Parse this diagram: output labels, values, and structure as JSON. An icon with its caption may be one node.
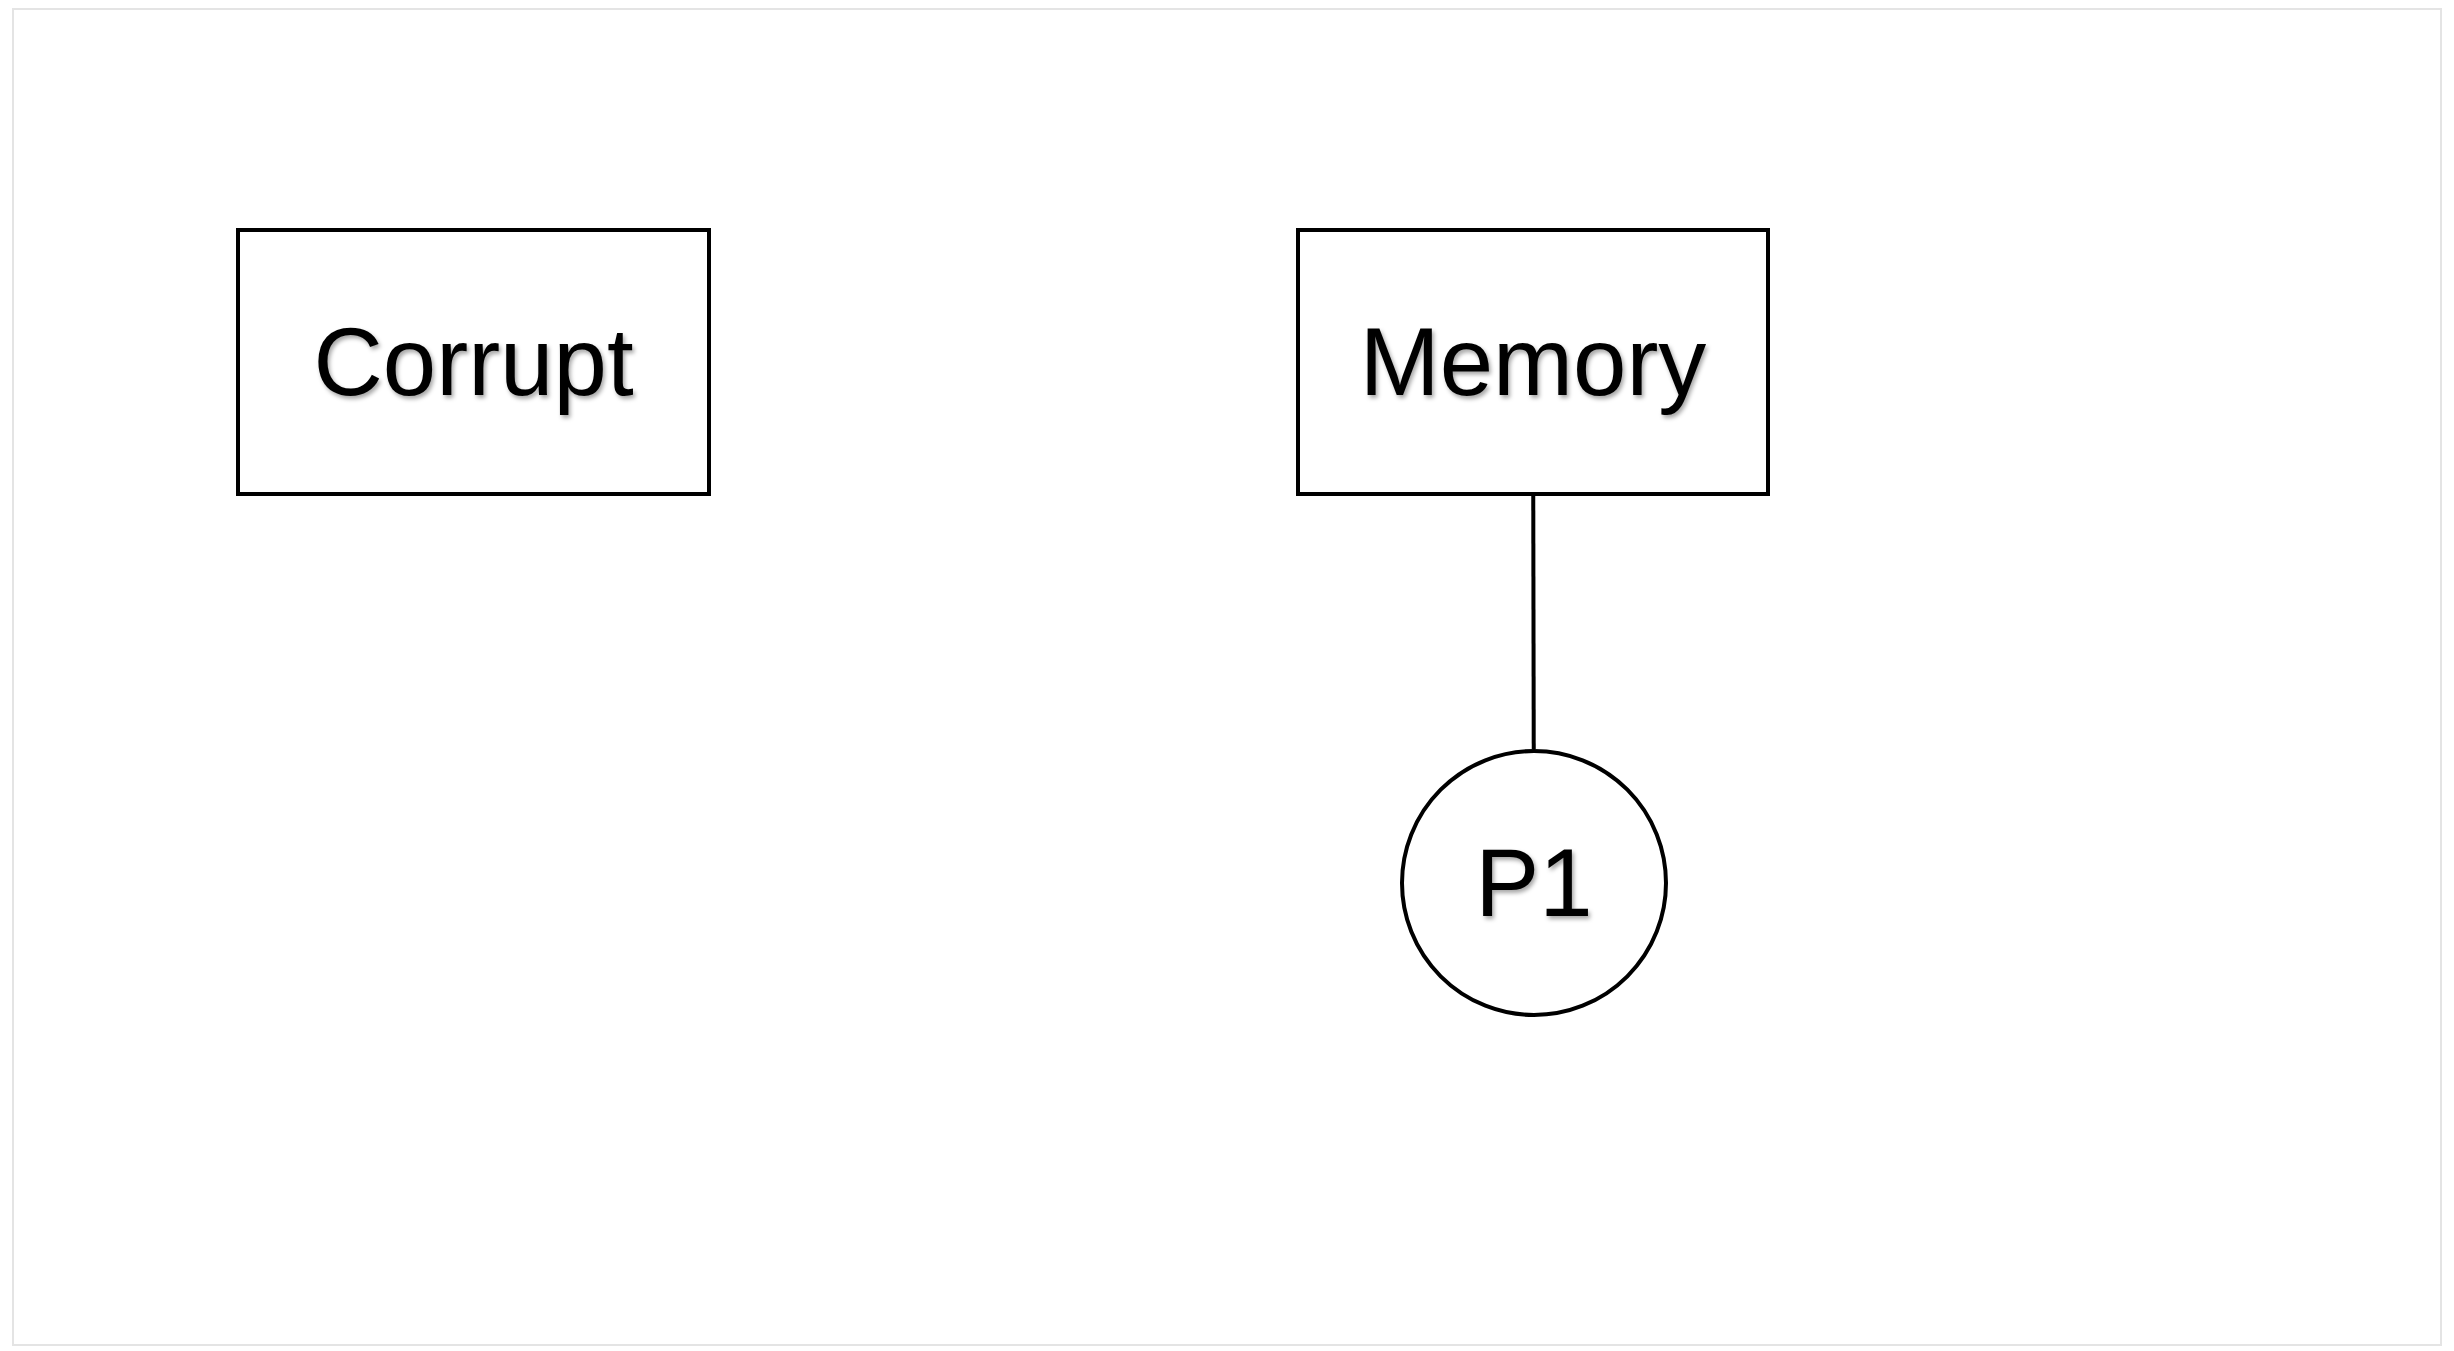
{
  "diagram": {
    "nodes": [
      {
        "text": [
          "Corrupt"
        ]
      },
      {
        "text": [
          "Memory"
        ]
      },
      {
        "text": [
          "P1"
        ]
      }
    ],
    "edges": [
      {
        "from": 1,
        "to": 2,
        "arrow": "none"
      }
    ]
  }
}
